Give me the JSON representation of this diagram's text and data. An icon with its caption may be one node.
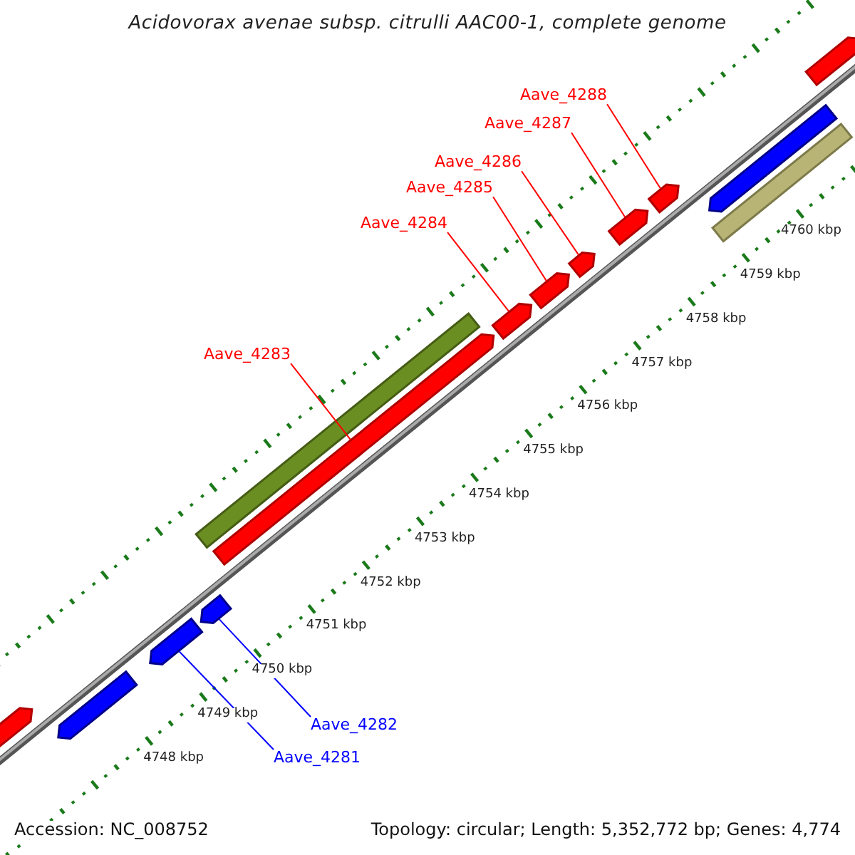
{
  "diagram": {
    "title": "Acidovorax avenae subsp. citrulli AAC00-1, complete genome",
    "nodes": [
      {
        "text": [
          "Aave_4288"
        ]
      },
      {
        "text": [
          "Aave_4287"
        ]
      },
      {
        "text": [
          "Aave_4286"
        ]
      },
      {
        "text": [
          "Aave_4285"
        ]
      },
      {
        "text": [
          "Aave_4284"
        ]
      },
      {
        "text": [
          "Aave_4283"
        ]
      },
      {
        "text": [
          "Aave_4282"
        ]
      },
      {
        "text": [
          "Aave_4281"
        ]
      },
      {
        "text": [],
        "shape": "arrow"
      },
      {
        "text": [],
        "shape": "arrow"
      },
      {
        "text": [],
        "shape": "bar"
      },
      {
        "text": [],
        "shape": "arrow"
      },
      {
        "text": [],
        "shape": "arrow"
      },
      {
        "text": [],
        "shape": "arrow"
      },
      {
        "text": [],
        "shape": "arrow"
      },
      {
        "text": [],
        "shape": "arrow"
      },
      {
        "text": [],
        "shape": "bar"
      },
      {
        "text": [],
        "shape": "arrow"
      },
      {
        "text": [],
        "shape": "arrow"
      },
      {
        "text": [],
        "shape": "arrow"
      },
      {
        "text": [],
        "shape": "arrow"
      },
      {
        "text": [],
        "shape": "arrow"
      }
    ],
    "edges": [
      {
        "from": 0,
        "to": 11,
        "arrow": "none"
      },
      {
        "from": 1,
        "to": 12,
        "arrow": "none"
      },
      {
        "from": 2,
        "to": 13,
        "arrow": "none"
      },
      {
        "from": 3,
        "to": 14,
        "arrow": "none"
      },
      {
        "from": 4,
        "to": 15,
        "arrow": "none"
      },
      {
        "from": 5,
        "to": 17,
        "arrow": "none"
      },
      {
        "from": 6,
        "to": 18,
        "arrow": "none",
        "color": "#0000ff"
      },
      {
        "from": 7,
        "to": 19,
        "arrow": "none",
        "color": "#0000ff"
      }
    ],
    "labels": [
      "4760 kbp",
      "4759 kbp",
      "4758 kbp",
      "4757 kbp",
      "4756 kbp",
      "4755 kbp",
      "4754 kbp",
      "4753 kbp",
      "4752 kbp",
      "4751 kbp",
      "4750 kbp",
      "4749 kbp",
      "4748 kbp",
      "Accession: NC_008752",
      "Topology: circular; Length: 5,352,772 bp; Genes: 4,774"
    ]
  }
}
